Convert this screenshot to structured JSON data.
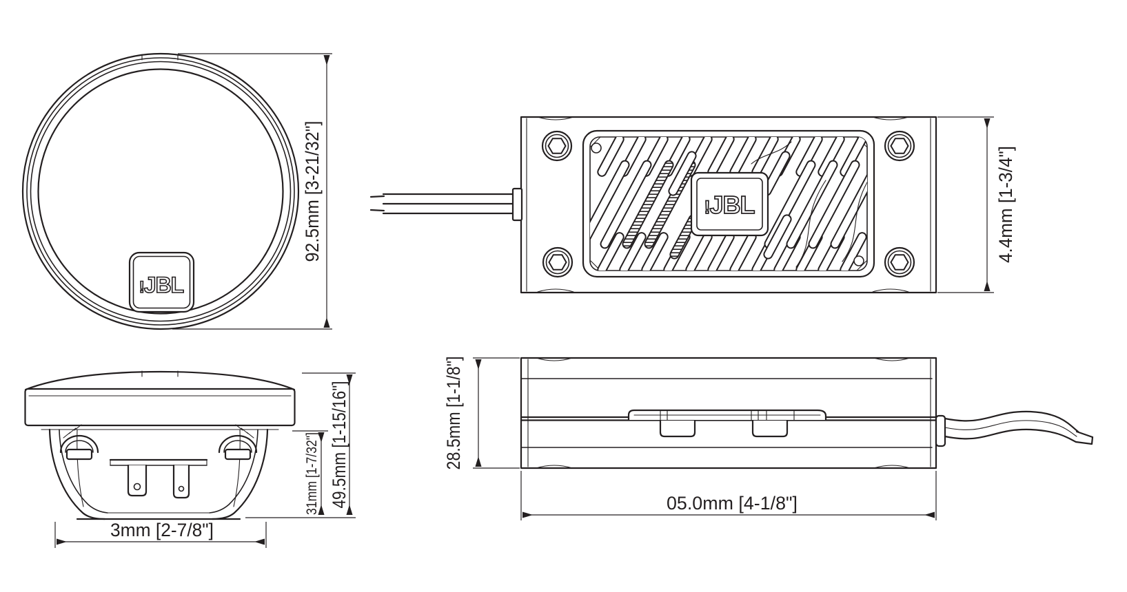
{
  "colors": {
    "line": "#231f20",
    "background": "#ffffff"
  },
  "logo": {
    "exclaim": "!",
    "text": "JBL"
  },
  "dimensions": {
    "front_outer_diameter": "92.5mm [3-21/32\"]",
    "top_view_height": "4.4mm [1-3/4\"]",
    "side_basket_width": "3mm [2-7/8\"]",
    "side_basket_depth": "31mm [1-7/32\"]",
    "side_total_depth": "49.5mm [1-15/16\"]",
    "profile_height": "28.5mm [1-1/8\"]",
    "profile_width": "05.0mm [4-1/8\"]"
  }
}
